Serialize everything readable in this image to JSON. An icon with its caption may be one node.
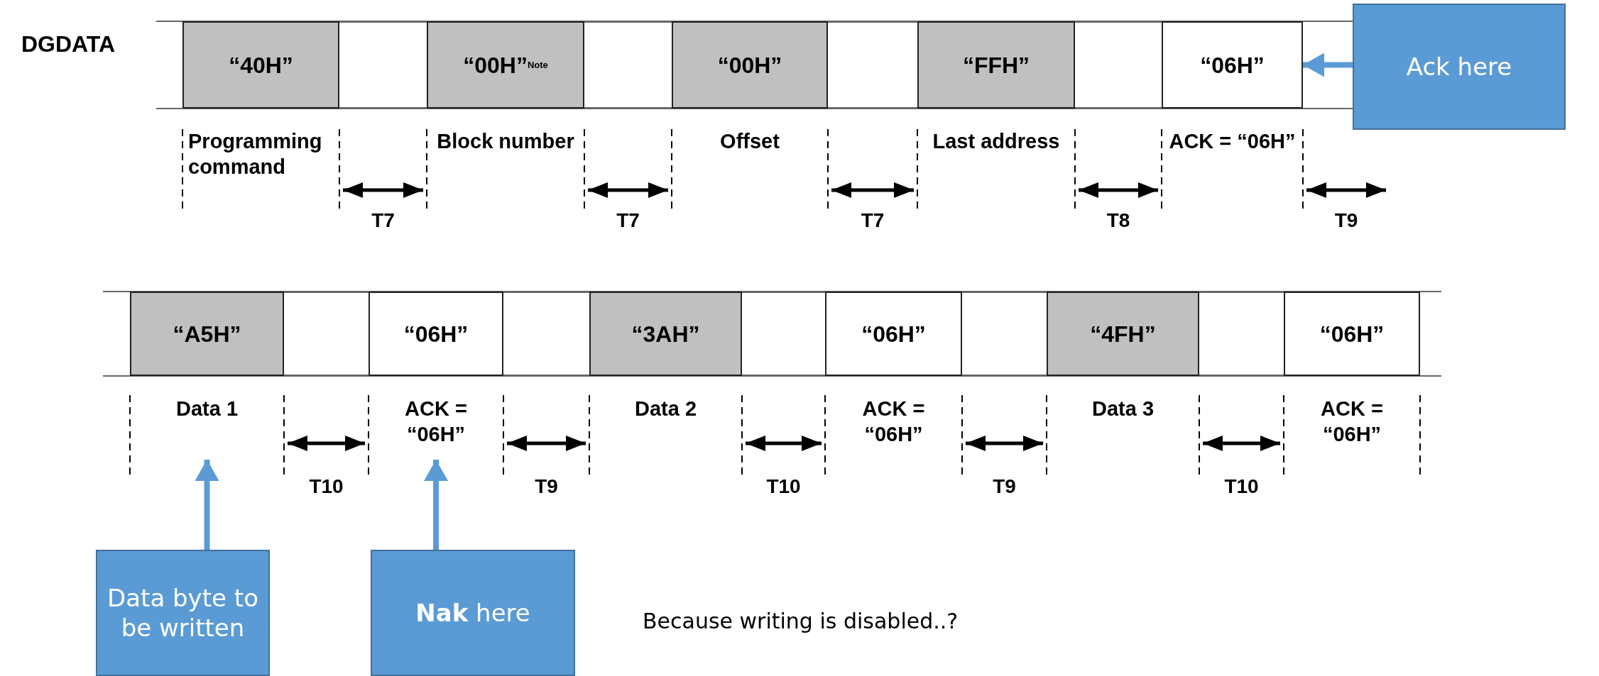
{
  "diagram": {
    "nodes": [
      {
        "text": [
          "“40H”"
        ],
        "beside": [
          "Programming command"
        ]
      },
      {
        "text": [],
        "shape": "box"
      },
      {
        "text": [
          "“00H”$^{Note}$"
        ],
        "beside": [
          "Block number"
        ]
      },
      {
        "text": [],
        "shape": "box"
      },
      {
        "text": [
          "“00H”"
        ],
        "beside": [
          "Offset"
        ]
      },
      {
        "text": [],
        "shape": "box"
      },
      {
        "text": [
          "“FFH”"
        ],
        "beside": [
          "Last address"
        ]
      },
      {
        "text": [],
        "shape": "box"
      },
      {
        "text": [
          "“06H”"
        ],
        "beside": [
          "ACK = “06H”"
        ]
      },
      {
        "text": [
          "Ack here"
        ]
      },
      {
        "text": [
          "“A5H”"
        ],
        "beside": [
          "Data 1"
        ]
      },
      {
        "text": [],
        "shape": "box"
      },
      {
        "text": [
          "“06H”"
        ],
        "beside": [
          "ACK = “06H”"
        ]
      },
      {
        "text": [],
        "shape": "box"
      },
      {
        "text": [
          "“3AH”"
        ],
        "beside": [
          "Data 2"
        ]
      },
      {
        "text": [],
        "shape": "box"
      },
      {
        "text": [
          "“06H”"
        ],
        "beside": [
          "ACK = “06H”"
        ]
      },
      {
        "text": [],
        "shape": "box"
      },
      {
        "text": [
          "“4FH”"
        ],
        "beside": [
          "Data 3"
        ]
      },
      {
        "text": [],
        "shape": "box"
      },
      {
        "text": [
          "“06H”"
        ],
        "beside": [
          "ACK = “06H”"
        ]
      },
      {
        "text": [
          "Data byte to be written"
        ]
      },
      {
        "text": [
          "**Nak** here"
        ]
      }
    ],
    "edges": [
      {
        "from": 9,
        "to": 8,
        "arrow": "to"
      },
      {
        "from": 21,
        "to": 10,
        "arrow": "to"
      },
      {
        "from": 22,
        "to": 12,
        "arrow": "to"
      }
    ],
    "labels": [
      "DGDATA",
      "T7",
      "T7",
      "T7",
      "T8",
      "T9",
      "T10",
      "T9",
      "T10",
      "T9",
      "T10",
      "Because writing is disabled..?"
    ]
  }
}
